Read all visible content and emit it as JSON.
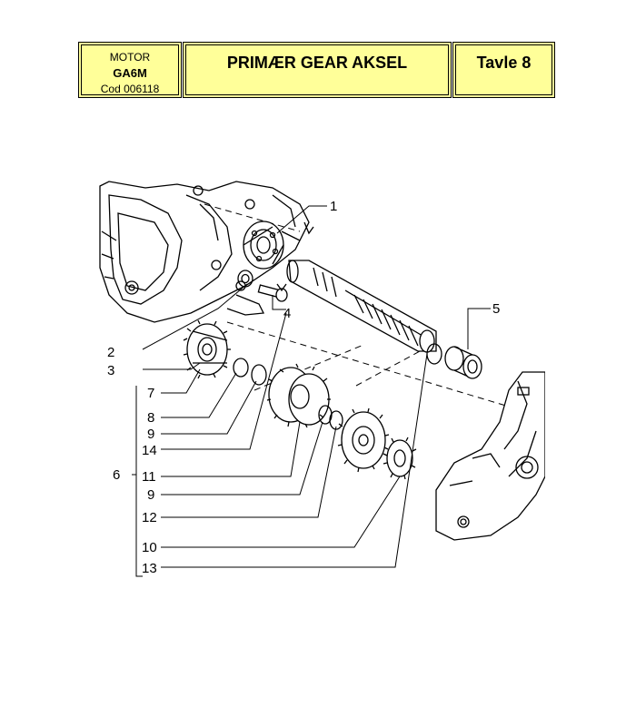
{
  "header": {
    "motor_label": "MOTOR",
    "model": "GA6M",
    "code": "Cod 006118",
    "title": "PRIMÆR GEAR AKSEL",
    "plate": "Tavle 8"
  },
  "diagram": {
    "callouts": [
      "1",
      "2",
      "3",
      "4",
      "5",
      "6",
      "7",
      "8",
      "9",
      "14",
      "11",
      "9",
      "12",
      "10",
      "13"
    ]
  },
  "colors": {
    "header_bg": "#ffff99",
    "line": "#000000"
  }
}
